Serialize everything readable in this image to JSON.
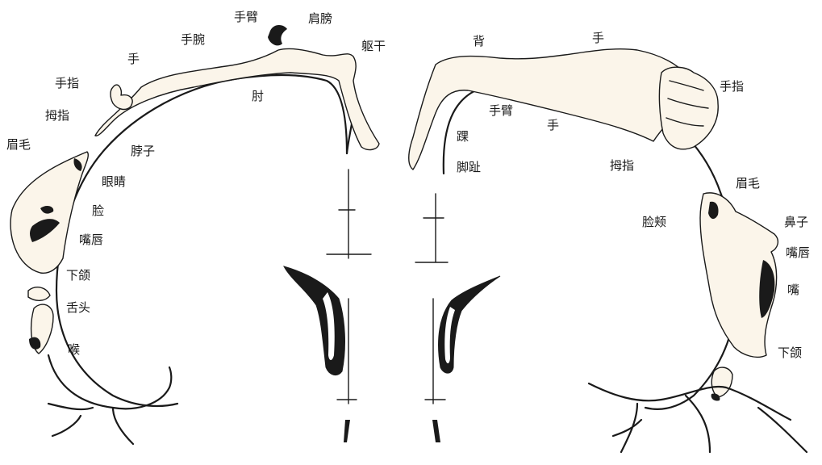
{
  "sensory_labels": [
    {
      "id": "shoulder",
      "text": "肩膀"
    },
    {
      "id": "upper-arm",
      "text": "手臂"
    },
    {
      "id": "trunk",
      "text": "躯干"
    },
    {
      "id": "wrist",
      "text": "手腕"
    },
    {
      "id": "hand",
      "text": "手"
    },
    {
      "id": "fingers",
      "text": "手指"
    },
    {
      "id": "thumb",
      "text": "拇指"
    },
    {
      "id": "elbow",
      "text": "肘"
    },
    {
      "id": "eyebrow",
      "text": "眉毛"
    },
    {
      "id": "neck",
      "text": "脖子"
    },
    {
      "id": "eye",
      "text": "眼睛"
    },
    {
      "id": "face",
      "text": "脸"
    },
    {
      "id": "lips",
      "text": "嘴唇"
    },
    {
      "id": "jaw",
      "text": "下颌"
    },
    {
      "id": "tongue",
      "text": "舌头"
    },
    {
      "id": "throat",
      "text": "喉"
    }
  ],
  "motor_labels": [
    {
      "id": "back",
      "text": "背"
    },
    {
      "id": "hand-top",
      "text": "手"
    },
    {
      "id": "fingers",
      "text": "手指"
    },
    {
      "id": "arm",
      "text": "手臂"
    },
    {
      "id": "hand",
      "text": "手"
    },
    {
      "id": "ankle",
      "text": "踝"
    },
    {
      "id": "toes",
      "text": "脚趾"
    },
    {
      "id": "thumb",
      "text": "拇指"
    },
    {
      "id": "eyebrow",
      "text": "眉毛"
    },
    {
      "id": "cheek",
      "text": "脸颊"
    },
    {
      "id": "nose",
      "text": "鼻子"
    },
    {
      "id": "lips",
      "text": "嘴唇"
    },
    {
      "id": "mouth",
      "text": "嘴"
    },
    {
      "id": "jaw",
      "text": "下颌"
    }
  ],
  "colors": {
    "ink": "#1a1a1a",
    "homunculus_fill": "#fbf5ea",
    "background": "#ffffff"
  }
}
